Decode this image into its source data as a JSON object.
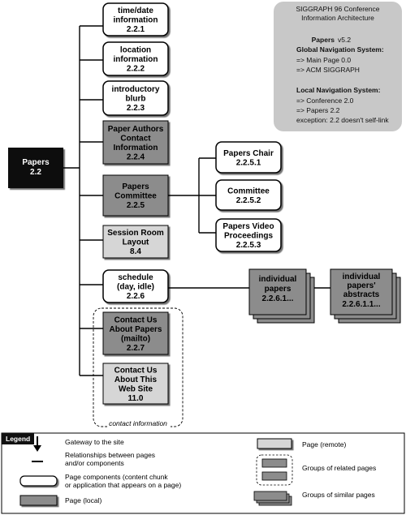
{
  "info_box": {
    "line1": "SIGGRAPH 96 Conference",
    "line2": "Information Architecture",
    "title": "Papers",
    "version": "v5.2",
    "global_heading": "Global Navigation System:",
    "global_1": "=> Main Page 0.0",
    "global_2": "=> ACM SIGGRAPH",
    "local_heading": "Local Navigation System:",
    "local_1": "=> Conference 2.0",
    "local_2": "=> Papers 2.2",
    "exception": "exception: 2.2 doesn't self-link"
  },
  "root": {
    "label": "Papers",
    "id": "2.2"
  },
  "nodes": [
    {
      "name": "time-date-information",
      "lines": [
        "time/date",
        "information"
      ],
      "id": "2.2.1",
      "type": "component"
    },
    {
      "name": "location-information",
      "lines": [
        "location",
        "information"
      ],
      "id": "2.2.2",
      "type": "component"
    },
    {
      "name": "introductory-blurb",
      "lines": [
        "introductory",
        "blurb"
      ],
      "id": "2.2.3",
      "type": "component"
    },
    {
      "name": "paper-authors-contact-information",
      "lines": [
        "Paper Authors",
        "Contact",
        "Information"
      ],
      "id": "2.2.4",
      "type": "local"
    },
    {
      "name": "papers-committee",
      "lines": [
        "Papers",
        "Committee"
      ],
      "id": "2.2.5",
      "type": "local"
    },
    {
      "name": "session-room-layout",
      "lines": [
        "Session Room",
        "Layout"
      ],
      "id": "8.4",
      "type": "remote"
    },
    {
      "name": "schedule-day-idle",
      "lines": [
        "schedule",
        "(day, idle)"
      ],
      "id": "2.2.6",
      "type": "component"
    },
    {
      "name": "contact-us-about-papers",
      "lines": [
        "Contact Us",
        "About Papers",
        "(mailto)"
      ],
      "id": "2.2.7",
      "type": "local"
    },
    {
      "name": "contact-us-about-this-web-site",
      "lines": [
        "Contact Us",
        "About This",
        "Web Site"
      ],
      "id": "11.0",
      "type": "remote"
    }
  ],
  "committee_children": [
    {
      "name": "papers-chair",
      "lines": [
        "Papers Chair"
      ],
      "id": "2.2.5.1"
    },
    {
      "name": "committee",
      "lines": [
        "Committee"
      ],
      "id": "2.2.5.2"
    },
    {
      "name": "papers-video-proceedings",
      "lines": [
        "Papers Video",
        "Proceedings"
      ],
      "id": "2.2.5.3"
    }
  ],
  "individual_papers": {
    "lines": [
      "individual",
      "papers"
    ],
    "id": "2.2.6.1..."
  },
  "individual_abstracts": {
    "lines": [
      "individual",
      "papers'",
      "abstracts"
    ],
    "id": "2.2.6.1.1..."
  },
  "group_caption": "contact information",
  "legend": {
    "title": "Legend",
    "gateway": "Gateway to the site",
    "relationships_1": "Relationships between pages",
    "relationships_2": "and/or components",
    "components_1": "Page components (content chunk",
    "components_2": "or application that appears on a page)",
    "local": "Page (local)",
    "remote": "Page (remote)",
    "related": "Groups of related pages",
    "similar": "Groups of similar pages"
  },
  "colors": {
    "component": "#ffffff",
    "local": "#8c8c8c",
    "remote": "#d6d6d6",
    "root": "#111111",
    "info_bg": "#c8c8c8"
  }
}
